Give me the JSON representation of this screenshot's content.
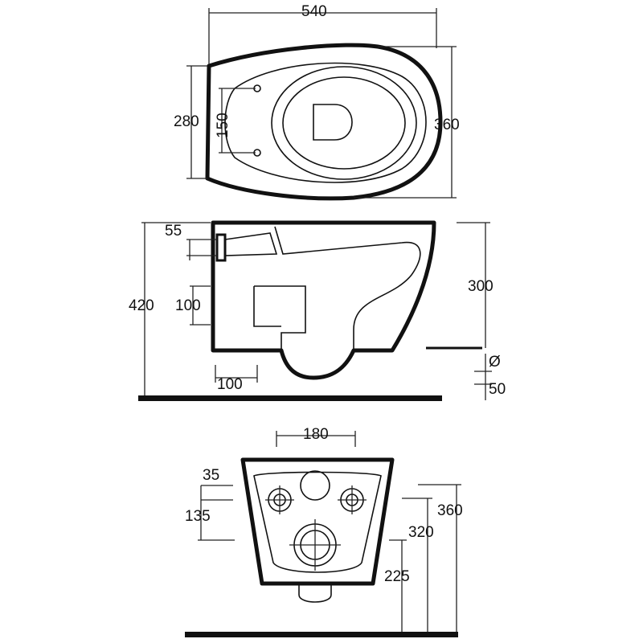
{
  "top_view": {
    "overall_length": "540",
    "fixing_width": "280",
    "fixing_spacing": "150",
    "overall_width": "360"
  },
  "side_view": {
    "pipe_height": "55",
    "total_height": "420",
    "waste_height": "100",
    "waste_offset": "100",
    "bowl_height": "300",
    "zero": "Ø",
    "floor_gap": "50"
  },
  "rear_view": {
    "hole_spacing": "180",
    "hole_offset": "35",
    "hole_height": "135",
    "overall_height": "360",
    "outlet_height": "320",
    "waste_center": "225"
  }
}
